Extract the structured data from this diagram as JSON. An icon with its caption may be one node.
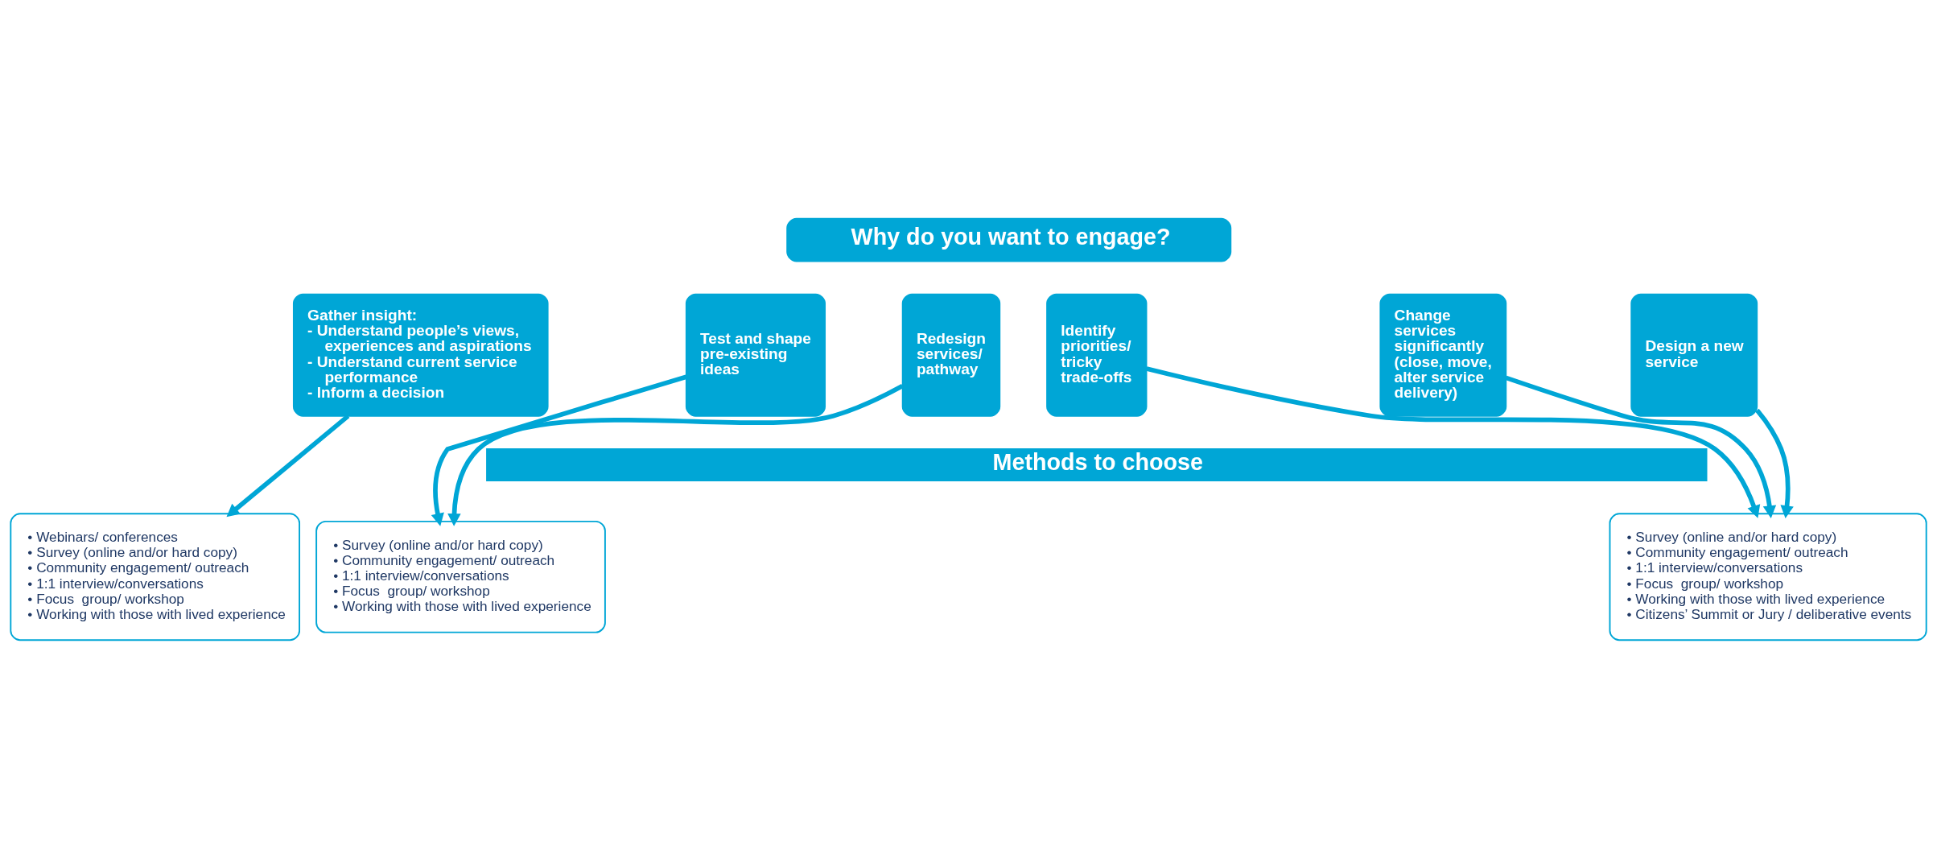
{
  "diagram": {
    "nodes": [
      {
        "text": [
          "Why do you want to engage?"
        ]
      },
      {
        "text": [
          "Gather insight:",
          "- Understand people’s views, experiences and aspirations",
          "- Understand current service performance",
          "- Inform a decision"
        ]
      },
      {
        "text": [
          "Test and shape pre-existing ideas"
        ]
      },
      {
        "text": [
          "Redesign services/ pathway"
        ]
      },
      {
        "text": [
          "Identify priorities/ tricky trade-offs"
        ]
      },
      {
        "text": [
          "Change services significantly (close, move, alter service delivery)"
        ]
      },
      {
        "text": [
          "Design a new service"
        ]
      },
      {
        "text": [
          "Methods to choose"
        ]
      },
      {
        "text": [
          "• Webinars/ conferences",
          "• Survey (online and/or hard copy)",
          "• Community engagement/ outreach",
          "• 1:1 interview/conversations",
          "• Focus  group/ workshop",
          "• Working with those with lived experience"
        ]
      },
      {
        "text": [
          "• Survey (online and/or hard copy)",
          "• Community engagement/ outreach",
          "• 1:1 interview/conversations",
          "• Focus  group/ workshop",
          "• Working with those with lived experience"
        ]
      },
      {
        "text": [
          "• Survey (online and/or hard copy)",
          "• Community engagement/ outreach",
          "• 1:1 interview/conversations",
          "• Focus  group/ workshop",
          "• Working with those with lived experience",
          "• Citizens’ Summit or Jury / deliberative events"
        ]
      }
    ],
    "edges": [
      {
        "from": 1,
        "to": 8,
        "arrow": "to"
      },
      {
        "from": 2,
        "to": 9,
        "arrow": "to"
      },
      {
        "from": 3,
        "to": 9,
        "arrow": "to"
      },
      {
        "from": 4,
        "to": 10,
        "arrow": "to"
      },
      {
        "from": 5,
        "to": 10,
        "arrow": "to"
      },
      {
        "from": 6,
        "to": 10,
        "arrow": "to"
      }
    ]
  }
}
